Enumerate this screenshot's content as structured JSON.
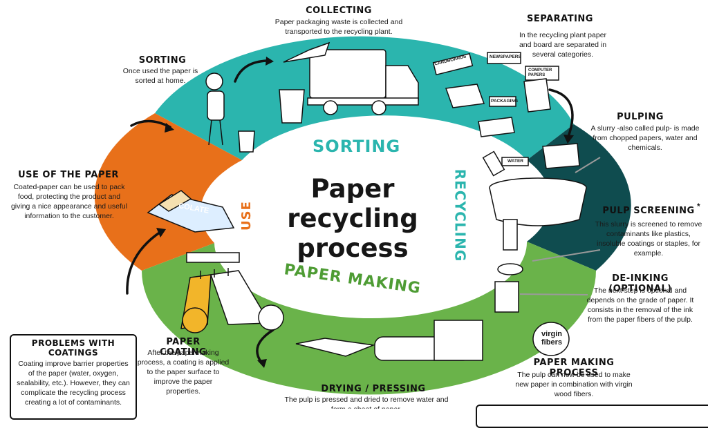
{
  "center_title": [
    "Paper",
    "recycling",
    "process"
  ],
  "ring_labels": {
    "sorting": "SORTING",
    "recycling": "RECYCLING",
    "paper_making": "PAPER MAKING",
    "use": "USE"
  },
  "colors": {
    "teal": "#2bb5ae",
    "dark_teal": "#0f4c4f",
    "green": "#6ab34a",
    "orange": "#e8701a",
    "teal_text": "#2bb5ae",
    "green_text": "#4e9c34",
    "orange_text": "#e8701a",
    "white_text": "#ffffff"
  },
  "stages": {
    "collecting": {
      "title": "Collecting",
      "desc": "Paper packaging waste is collected and transported to the recycling plant."
    },
    "separating": {
      "title": "Separating",
      "desc": "In the recycling plant paper and board are separated in several categories."
    },
    "sorting": {
      "title": "Sorting",
      "desc": "Once used the paper is sorted at home."
    },
    "pulping": {
      "title": "Pulping",
      "desc": "A slurry -also called pulp- is made from chopped papers, water and chemicals."
    },
    "use_of_paper": {
      "title": "Use of the paper",
      "desc": "Coated-paper can be used to pack food, protecting the product and giving a nice appearance and useful information to the customer."
    },
    "pulp_screening": {
      "title": "Pulp Screening",
      "desc": "This slurry is screened to remove contaminants like plastics, insoluble coatings or staples, for example."
    },
    "de_inking": {
      "title": "De-inking (optional)",
      "desc": "The next step is optional and depends on the grade of paper. It consists in the removal of the ink from the paper fibers of the pulp."
    },
    "paper_coating": {
      "title": "Paper coating",
      "desc": "After the papermaking process, a coating is applied to the paper surface to improve the paper properties."
    },
    "paper_making_process": {
      "title": "Paper making process",
      "desc": "The pulp can now be used to make new paper in combination with virgin wood fibers."
    },
    "drying_pressing": {
      "title": "Drying / Pressing",
      "desc": "The pulp is pressed and dried to remove water and form a sheet of paper."
    },
    "problems": {
      "title": "Problems with coatings",
      "desc": "Coating improve barrier properties of the paper (water, oxygen, sealability, etc.). However, they can complicate the recycling process creating a lot of contaminants."
    }
  },
  "illustration_labels": {
    "cardboards": "CARDBOARDS",
    "newspapers": "NEWSPAPERS",
    "computer_papers": "COMPUTER PAPERS",
    "packaging": "PACKAGING",
    "water": "WATER",
    "chocolate": "COLATE",
    "virgin_fibers": [
      "virgin",
      "fibers"
    ]
  },
  "footnote_marker": "*"
}
